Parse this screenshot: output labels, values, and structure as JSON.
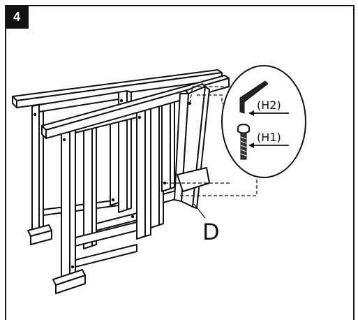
{
  "step": {
    "number": "4"
  },
  "labels": {
    "part_d": "D",
    "hex_key": "(H2)",
    "bolt": "(H1)"
  },
  "colors": {
    "ink": "#111111",
    "wood": "#ffffff",
    "badge": "#111111"
  }
}
